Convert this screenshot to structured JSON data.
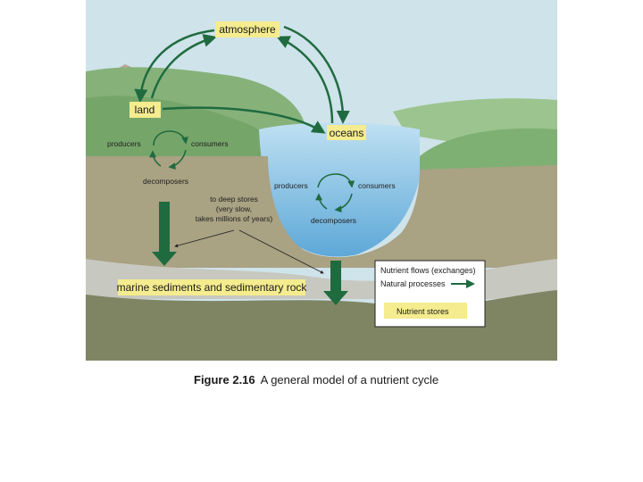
{
  "stores": {
    "atmosphere": "atmosphere",
    "land": "land",
    "oceans": "oceans",
    "sediments": "marine sediments and sedimentary rock"
  },
  "land_cycle": {
    "producers": "producers",
    "consumers": "consumers",
    "decomposers": "decomposers"
  },
  "ocean_cycle": {
    "producers": "producers",
    "consumers": "consumers",
    "decomposers": "decomposers"
  },
  "deep_stores_note": [
    "to deep stores",
    "(very slow,",
    "takes millions of years)"
  ],
  "legend": {
    "flows": "Nutrient flows (exchanges)",
    "processes": "Natural processes",
    "stores": "Nutrient stores"
  },
  "caption": {
    "label": "Figure 2.16",
    "text": "A general model of a nutrient cycle"
  },
  "colors": {
    "arrow_green": "#1f6b3f",
    "store_box": "#f4ec8e",
    "sky": "#cfe3ea",
    "water": "#8fc4e3"
  }
}
